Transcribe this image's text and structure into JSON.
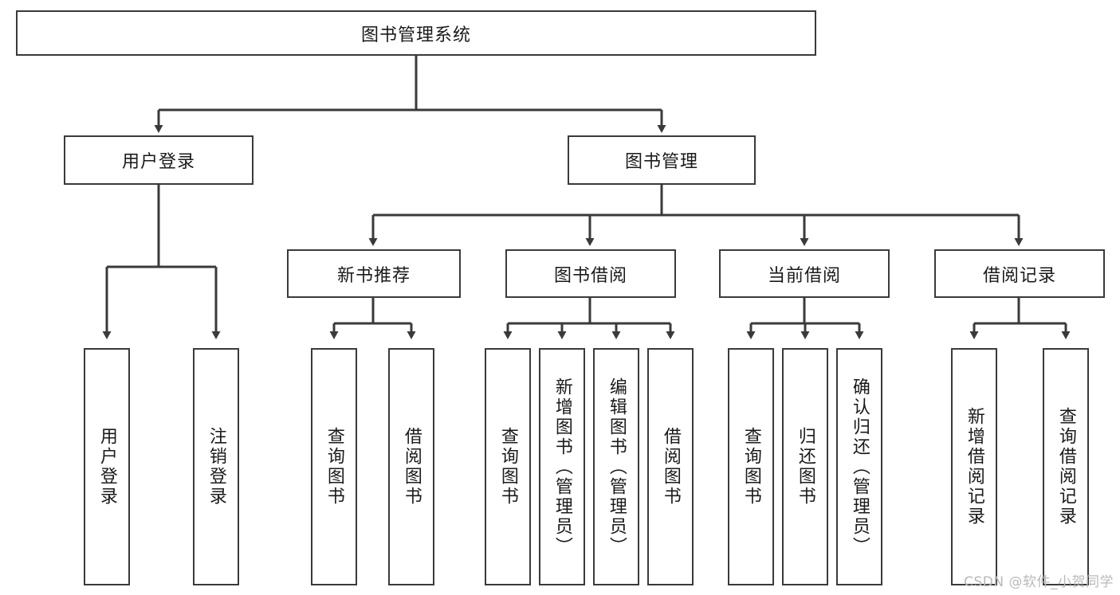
{
  "diagram": {
    "type": "tree-hierarchy-flowchart",
    "title": "图书管理系统",
    "watermark": "CSDN @软件_小贺同学",
    "colors": {
      "box_border": "#3a3a3a",
      "box_fill": "#ffffff",
      "edge": "#3a3a3a",
      "text": "#1a1a1a",
      "watermark": "#b9b9b9",
      "background": "#ffffff"
    },
    "levels": {
      "root": {
        "label": "图书管理系统"
      },
      "level2": [
        {
          "id": "user-login",
          "label": "用户登录"
        },
        {
          "id": "book-manage",
          "label": "图书管理"
        }
      ],
      "level3": [
        {
          "id": "new-book-recommend",
          "label": "新书推荐",
          "parent": "book-manage"
        },
        {
          "id": "book-borrow",
          "label": "图书借阅",
          "parent": "book-manage"
        },
        {
          "id": "current-borrow",
          "label": "当前借阅",
          "parent": "book-manage"
        },
        {
          "id": "borrow-record",
          "label": "借阅记录",
          "parent": "book-manage"
        }
      ],
      "leaves": [
        {
          "id": "leaf-user-login",
          "label": "用户登录",
          "parent": "user-login"
        },
        {
          "id": "leaf-logout-login",
          "label": "注销登录",
          "parent": "user-login"
        },
        {
          "id": "leaf-query-book-1",
          "label": "查询图书",
          "parent": "new-book-recommend"
        },
        {
          "id": "leaf-borrow-book-1",
          "label": "借阅图书",
          "parent": "new-book-recommend"
        },
        {
          "id": "leaf-query-book-2",
          "label": "查询图书",
          "parent": "book-borrow"
        },
        {
          "id": "leaf-add-book",
          "label": "新增图书（管理员）",
          "parent": "book-borrow"
        },
        {
          "id": "leaf-edit-book",
          "label": "编辑图书（管理员）",
          "parent": "book-borrow"
        },
        {
          "id": "leaf-borrow-book-2",
          "label": "借阅图书",
          "parent": "book-borrow"
        },
        {
          "id": "leaf-query-book-3",
          "label": "查询图书",
          "parent": "current-borrow"
        },
        {
          "id": "leaf-return-book",
          "label": "归还图书",
          "parent": "current-borrow"
        },
        {
          "id": "leaf-confirm-return",
          "label": "确认归还（管理员）",
          "parent": "current-borrow"
        },
        {
          "id": "leaf-add-record",
          "label": "新增借阅记录",
          "parent": "borrow-record"
        },
        {
          "id": "leaf-query-record",
          "label": "查询借阅记录",
          "parent": "borrow-record"
        }
      ]
    }
  }
}
